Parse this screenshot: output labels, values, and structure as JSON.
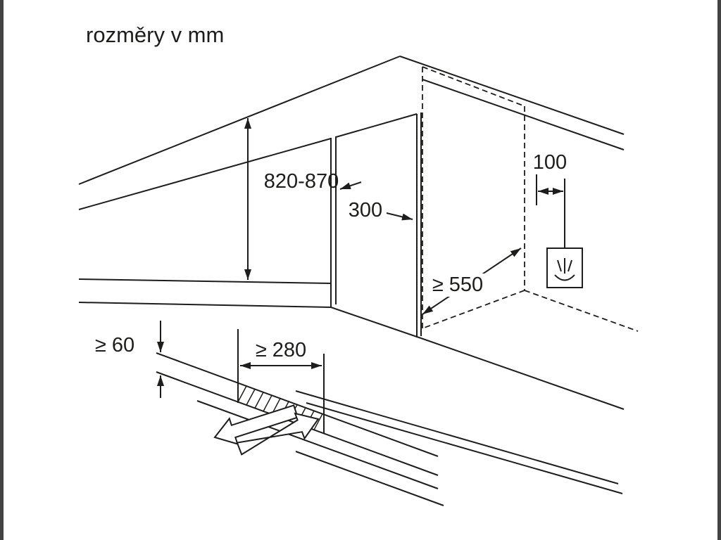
{
  "title": "rozměry v mm",
  "dimensions": {
    "cabinet_height": "820-870",
    "niche_width": "300",
    "socket_offset": "100",
    "niche_depth": "≥ 550",
    "plinth_clearance": "≥ 60",
    "vent_cutout_width": "≥ 280"
  },
  "icons": {
    "socket": "power-socket-icon"
  },
  "colors": {
    "line": "#1d1d1b",
    "background": "#ffffff",
    "edge_bar": "#434343"
  }
}
